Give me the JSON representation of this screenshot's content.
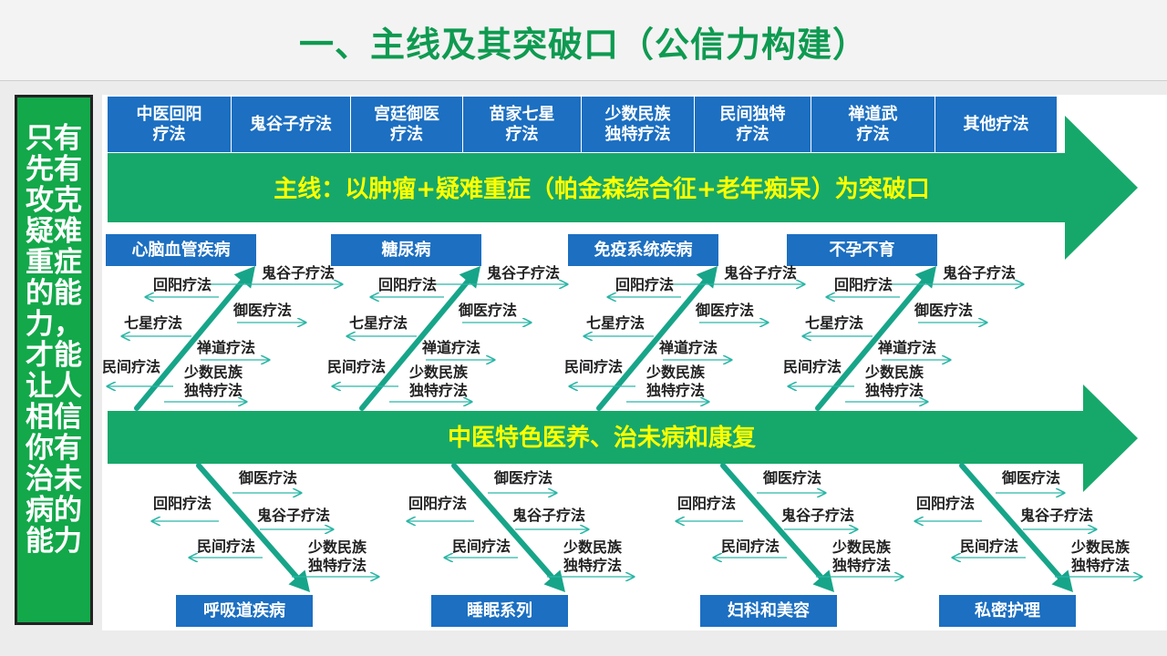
{
  "title": "一、主线及其突破口（公信力构建）",
  "side_text": [
    "只有",
    "先有",
    "攻克",
    "疑难",
    "重症",
    "的能",
    "力，",
    "才能",
    "让人",
    "相信",
    "你有",
    "治未",
    "病的",
    "能力"
  ],
  "categories": [
    "中医回阳\n疗法",
    "鬼谷子疗法",
    "宫廷御医\n疗法",
    "苗家七星\n疗法",
    "少数民族\n独特疗法",
    "民间独特\n疗法",
    "禅道武\n疗法",
    "其他疗法"
  ],
  "main_line": "主线：以肿瘤+疑难重症（帕金森综合征+老年痴呆）为突破口",
  "second_line": "中医特色医养、治未病和康复",
  "top_diseases": [
    "心脑血管疾病",
    "糖尿病",
    "免疫系统疾病",
    "不孕不育"
  ],
  "top_branch_labels": {
    "guigu": "鬼谷子疗法",
    "huiyang": "回阳疗法",
    "yuyi": "御医疗法",
    "qixing": "七星疗法",
    "chandao": "禅道疗法",
    "minjian": "民间疗法",
    "shaoshu": "少数民族\n独特疗法"
  },
  "bottom_diseases": [
    "呼吸道疾病",
    "睡眠系列",
    "妇科和美容",
    "私密护理"
  ],
  "bottom_branch_labels": {
    "yuyi": "御医疗法",
    "huiyang": "回阳疗法",
    "guigu": "鬼谷子疗法",
    "minjian": "民间疗法",
    "shaoshu": "少数民族\n独特疗法"
  },
  "colors": {
    "title": "#0e9a50",
    "side_box": "#13a84a",
    "blue_box": "#1c6fc1",
    "main_arrow": "#16a86a",
    "arrow_text": "#ffff00",
    "branch_arrow": "#17a589",
    "thin_arrow": "#2bb6a6"
  }
}
